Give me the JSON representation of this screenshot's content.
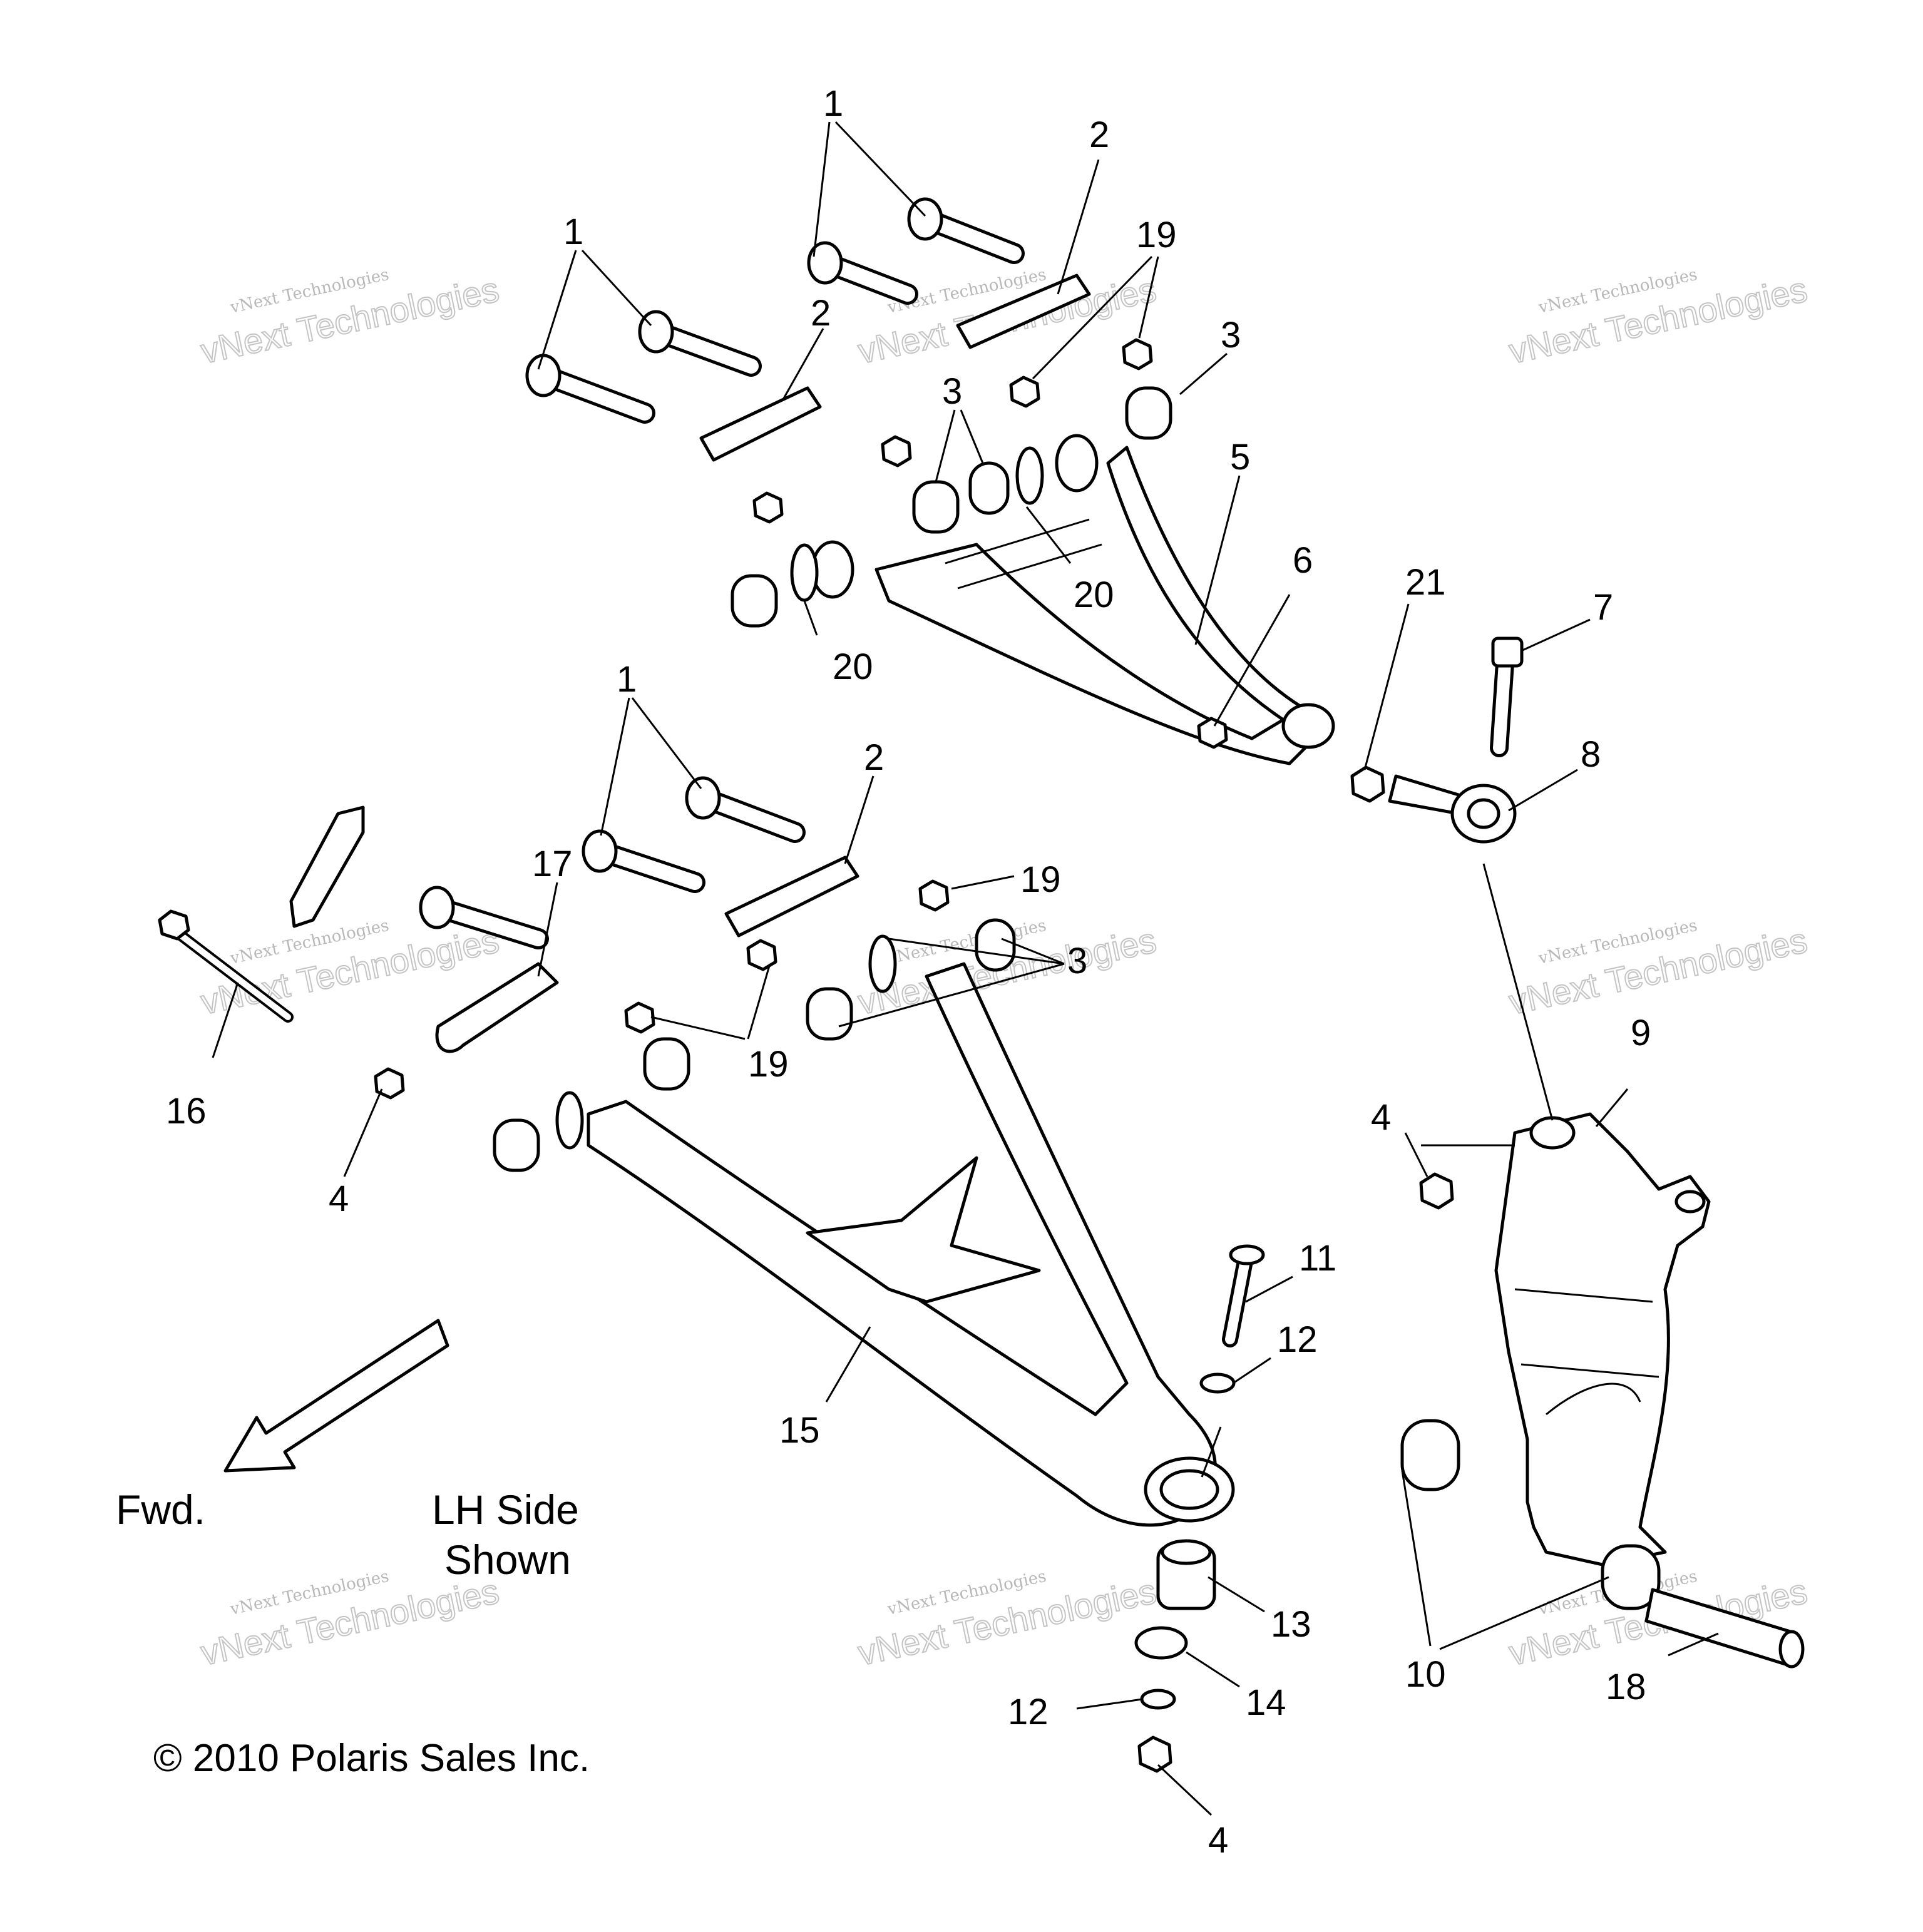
{
  "watermark": {
    "line1": "vNext Technologies",
    "line2": "vNext Technologies"
  },
  "labels": {
    "fwd": "Fwd.",
    "side_line1": "LH Side",
    "side_line2": "Shown",
    "copyright": "© 2010 Polaris Sales Inc."
  },
  "callouts": {
    "c1a": "1",
    "c1b": "1",
    "c1c": "1",
    "c2a": "2",
    "c2b": "2",
    "c2c": "2",
    "c3a": "3",
    "c3b": "3",
    "c3c": "3",
    "c4a": "4",
    "c4b": "4",
    "c4c": "4",
    "c5": "5",
    "c6": "6",
    "c7": "7",
    "c8": "8",
    "c9": "9",
    "c10": "10",
    "c11": "11",
    "c12a": "12",
    "c12b": "12",
    "c13": "13",
    "c14": "14",
    "c15": "15",
    "c16": "16",
    "c17": "17",
    "c18": "18",
    "c19a": "19",
    "c19b": "19",
    "c19c": "19",
    "c20a": "20",
    "c20b": "20",
    "c21": "21"
  }
}
